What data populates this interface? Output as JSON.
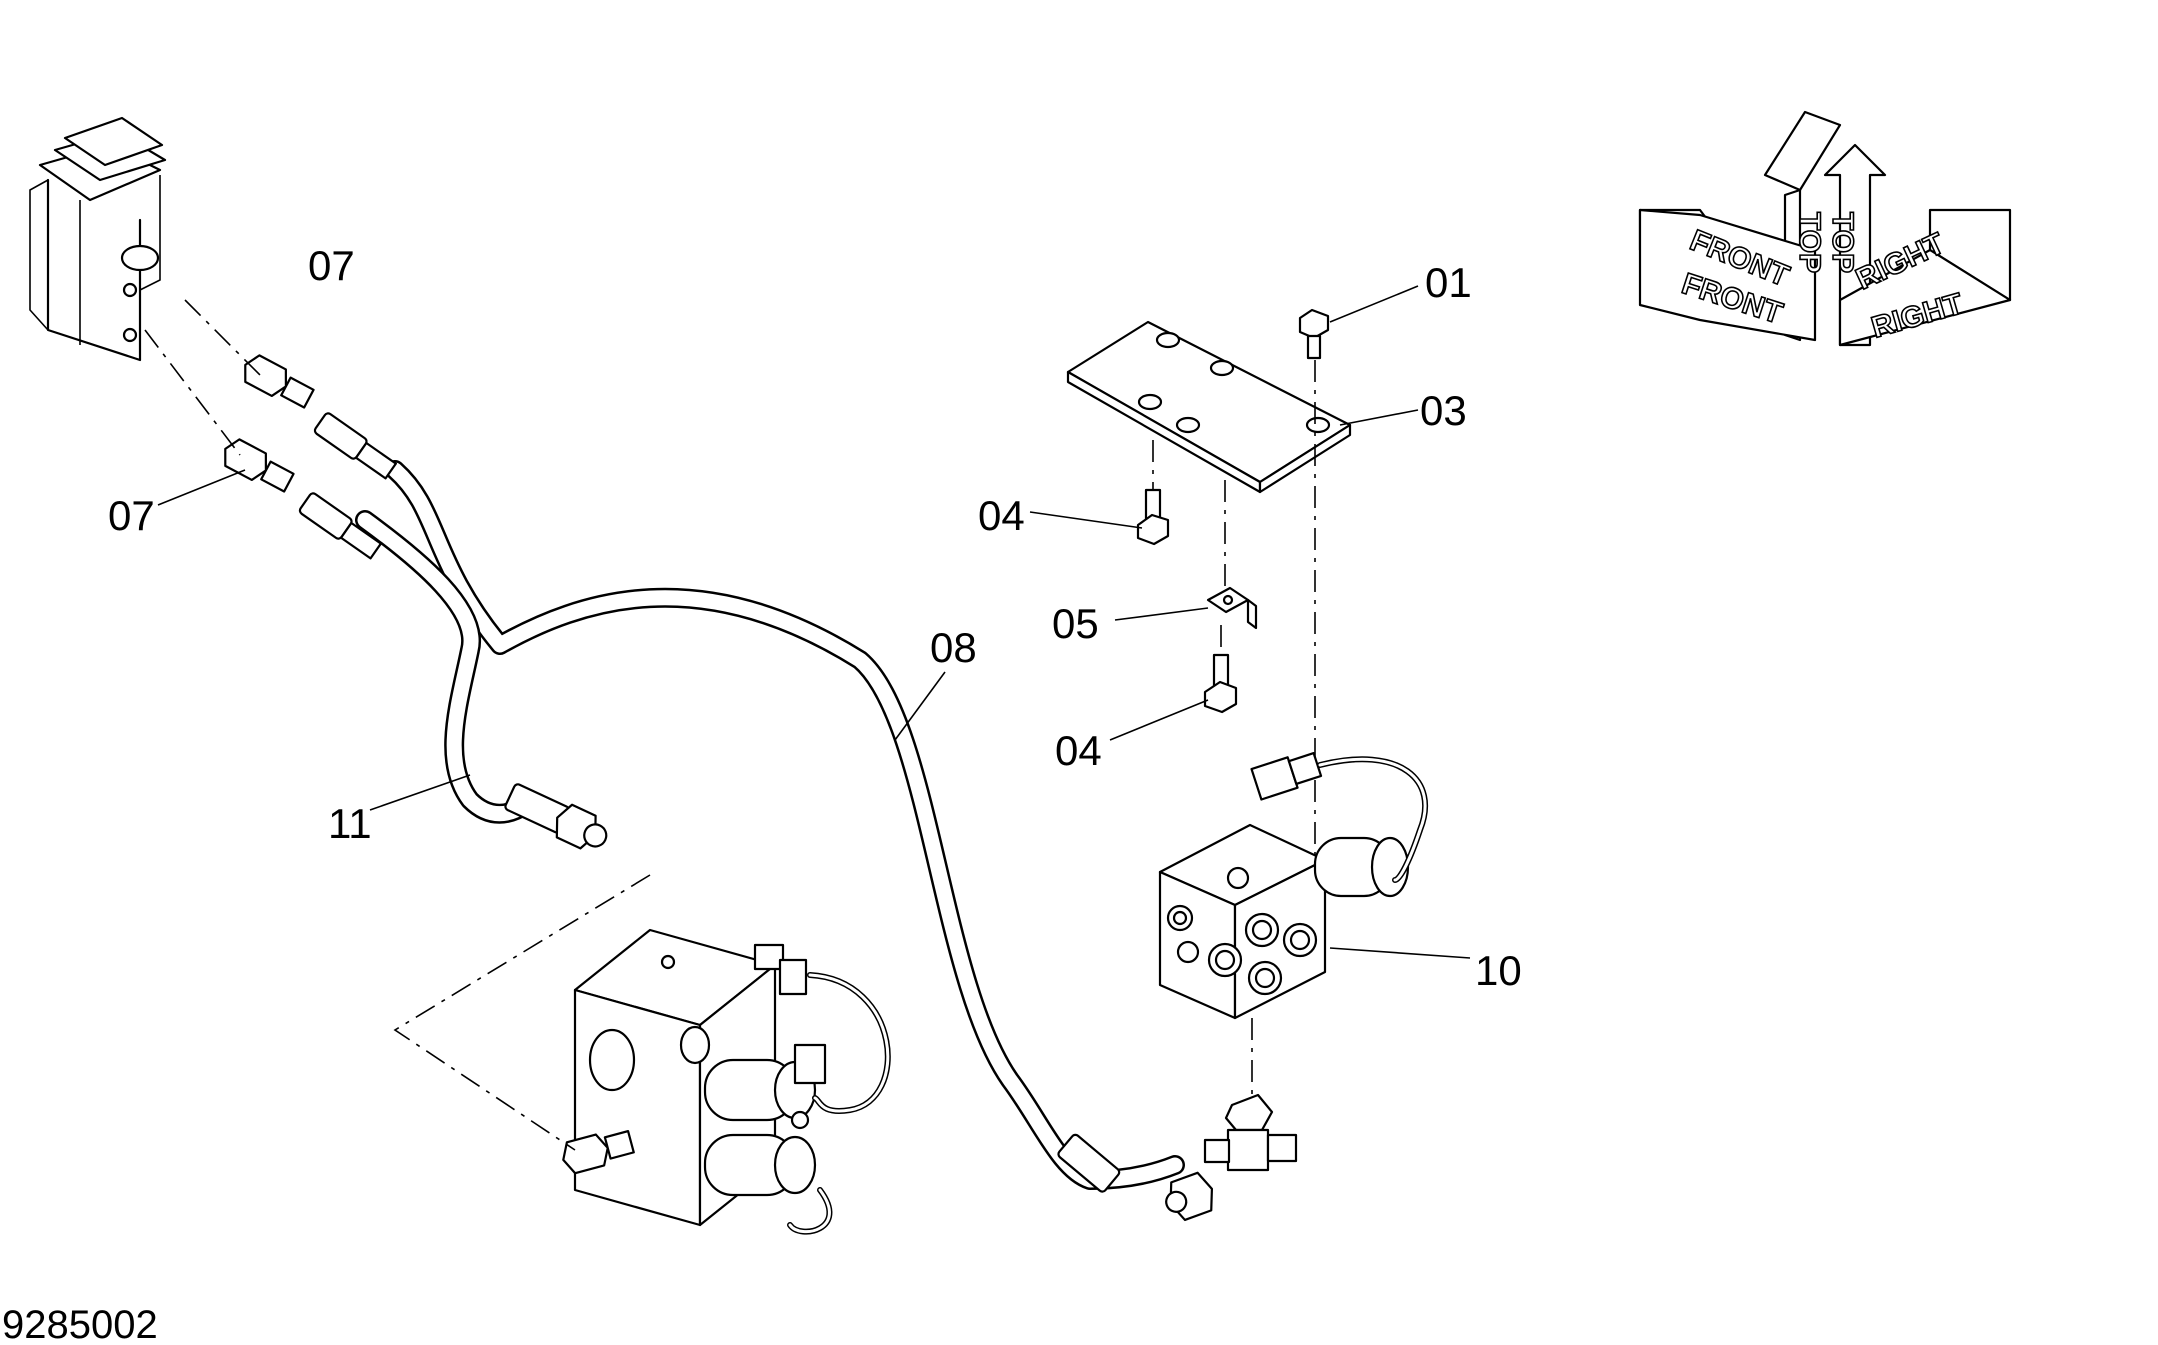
{
  "drawing_number": "9285002",
  "callouts": {
    "c01": "01",
    "c03": "03",
    "c04_upper": "04",
    "c04_lower": "04",
    "c05": "05",
    "c07_upper": "07",
    "c07_lower": "07",
    "c08": "08",
    "c10": "10",
    "c11": "11"
  },
  "orientation": {
    "top_front_face": "TOP",
    "top_right_face": "TOP",
    "front_upper": "FRONT",
    "front_lower": "FRONT",
    "right_upper": "RIGHT",
    "right_lower": "RIGHT"
  }
}
